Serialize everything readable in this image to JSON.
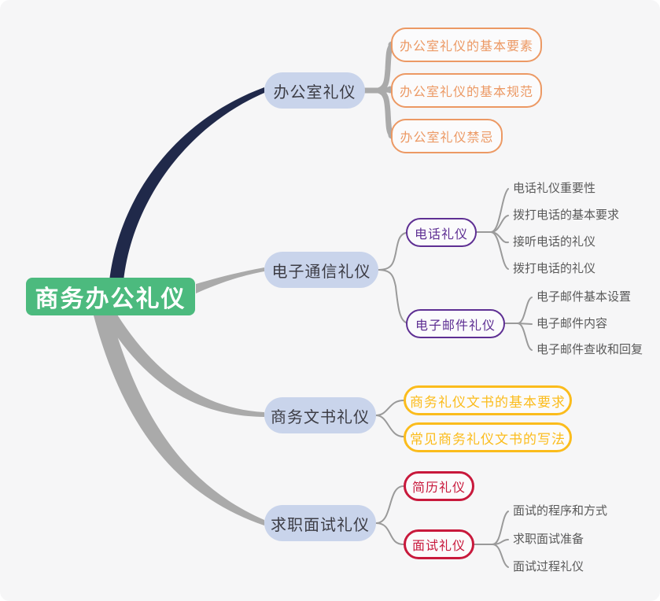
{
  "colors": {
    "background": "#f6f6f7",
    "root_bg": "#4cba7e",
    "root_text": "#ffffff",
    "branch_bg": "#c9d4eb",
    "branch_text": "#3c3c44",
    "orange": "#ec9964",
    "purple": "#5e2f93",
    "yellow": "#fbbc1c",
    "red": "#c8193c",
    "leaf_text": "#595959",
    "line_gray": "#aaaaaa",
    "line_dark": "#20294a",
    "wire_gray": "#9a9a9a"
  },
  "root": {
    "label": "商务办公礼仪"
  },
  "branches": [
    {
      "label": "办公室礼仪",
      "children": [
        {
          "label": "办公室礼仪的基本要素"
        },
        {
          "label": "办公室礼仪的基本规范"
        },
        {
          "label": "办公室礼仪禁忌"
        }
      ]
    },
    {
      "label": "电子通信礼仪",
      "children": [
        {
          "label": "电话礼仪",
          "children": [
            {
              "label": "电话礼仪重要性"
            },
            {
              "label": "拨打电话的基本要求"
            },
            {
              "label": "接听电话的礼仪"
            },
            {
              "label": "拨打电话的礼仪"
            }
          ]
        },
        {
          "label": "电子邮件礼仪",
          "children": [
            {
              "label": "电子邮件基本设置"
            },
            {
              "label": "电子邮件内容"
            },
            {
              "label": "电子邮件查收和回复"
            }
          ]
        }
      ]
    },
    {
      "label": "商务文书礼仪",
      "children": [
        {
          "label": "商务礼仪文书的基本要求"
        },
        {
          "label": "常见商务礼仪文书的写法"
        }
      ]
    },
    {
      "label": "求职面试礼仪",
      "children": [
        {
          "label": "简历礼仪"
        },
        {
          "label": "面试礼仪",
          "children": [
            {
              "label": "面试的程序和方式"
            },
            {
              "label": "求职面试准备"
            },
            {
              "label": "面试过程礼仪"
            }
          ]
        }
      ]
    }
  ]
}
